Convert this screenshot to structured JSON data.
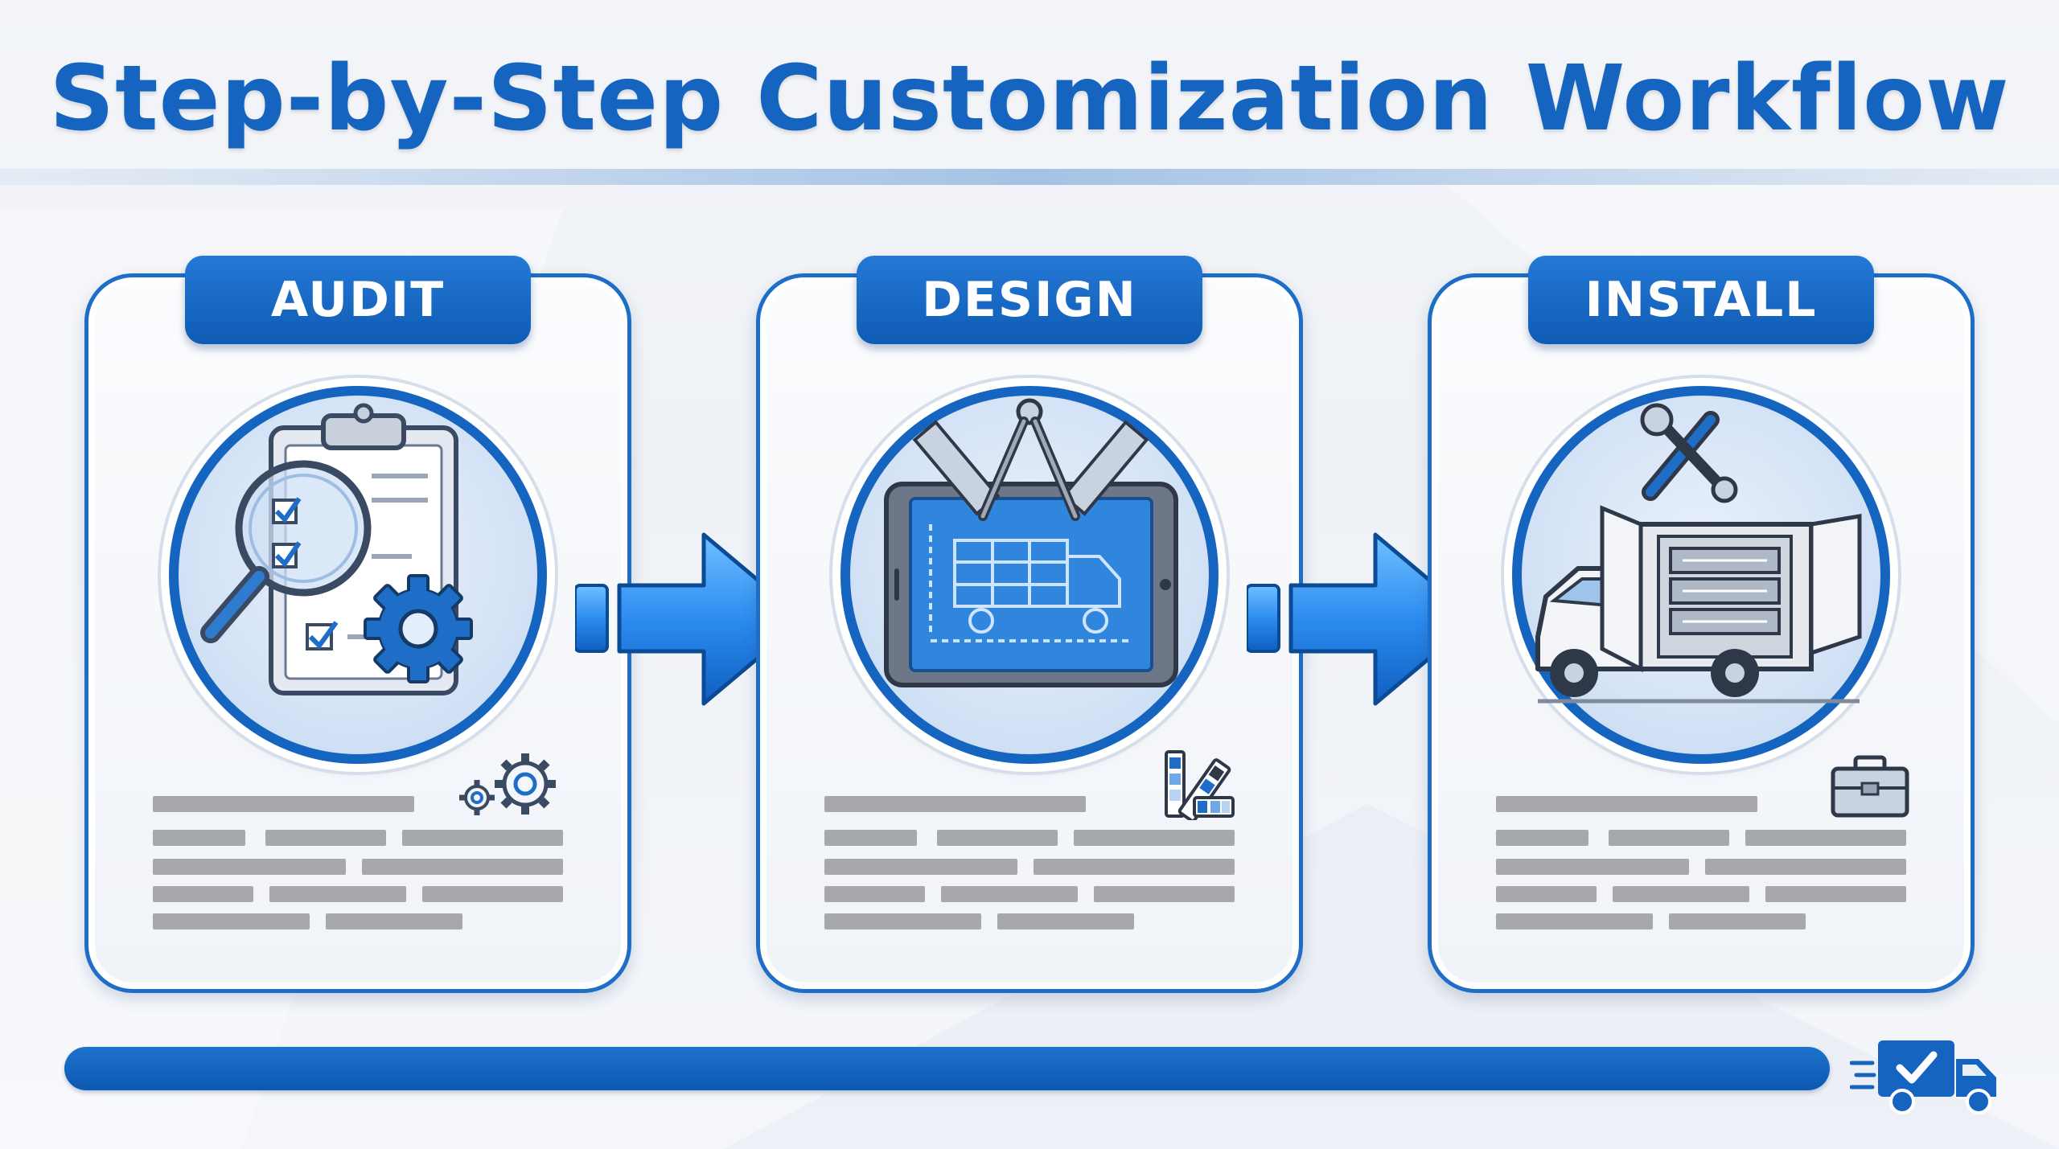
{
  "title": "Step-by-Step Customization Workflow",
  "steps": [
    {
      "label": "AUDIT",
      "icon": "clipboard-magnifier-gear-icon",
      "corner_icon": "gears-icon"
    },
    {
      "label": "DESIGN",
      "icon": "tablet-blueprint-truck-icon",
      "corner_icon": "color-swatch-icon"
    },
    {
      "label": "INSTALL",
      "icon": "van-shelving-tools-icon",
      "corner_icon": "toolbox-icon"
    }
  ],
  "connector_icon": "arrow-right-icon",
  "progress_icon": "delivery-truck-check-icon",
  "colors": {
    "primary": "#1565c0",
    "accent": "#2d8cf0",
    "placeholder_text": "#a6a8ad",
    "background": "#f3f5f9"
  }
}
